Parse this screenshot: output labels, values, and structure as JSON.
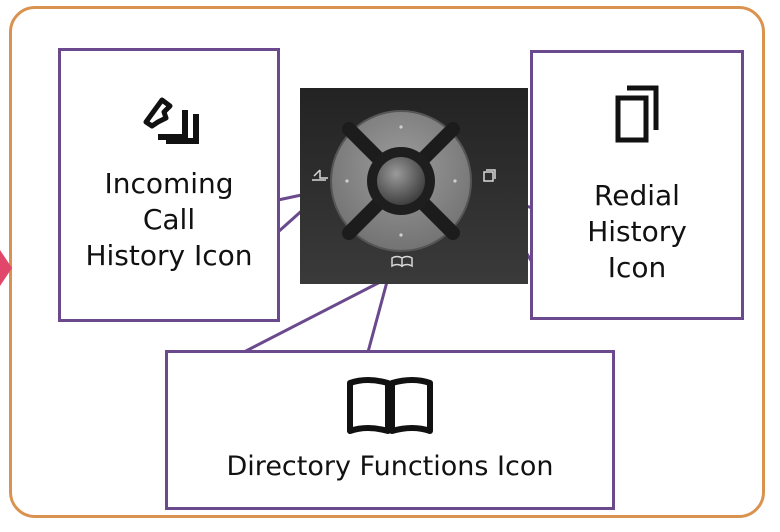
{
  "callouts": {
    "incoming_call_history": {
      "icon": "incoming-call-history-icon",
      "label_lines": [
        "Incoming",
        "Call",
        "History Icon"
      ]
    },
    "redial_history": {
      "icon": "redial-history-icon",
      "label_lines": [
        "Redial",
        "History",
        "Icon"
      ]
    },
    "directory_functions": {
      "icon": "directory-book-icon",
      "label": "Directory Functions Icon"
    }
  },
  "colors": {
    "frame_border": "#d9924f",
    "callout_border": "#6a4a8c",
    "edge_pointer": "#e0476a",
    "keypad_background": "#2b2b2b",
    "nav_ring": "#8a8a8a"
  },
  "photo": {
    "subject": "phone navigation keypad with select button",
    "icons_printed": [
      "incoming-call-history-icon",
      "redial-history-icon",
      "directory-book-icon"
    ]
  }
}
